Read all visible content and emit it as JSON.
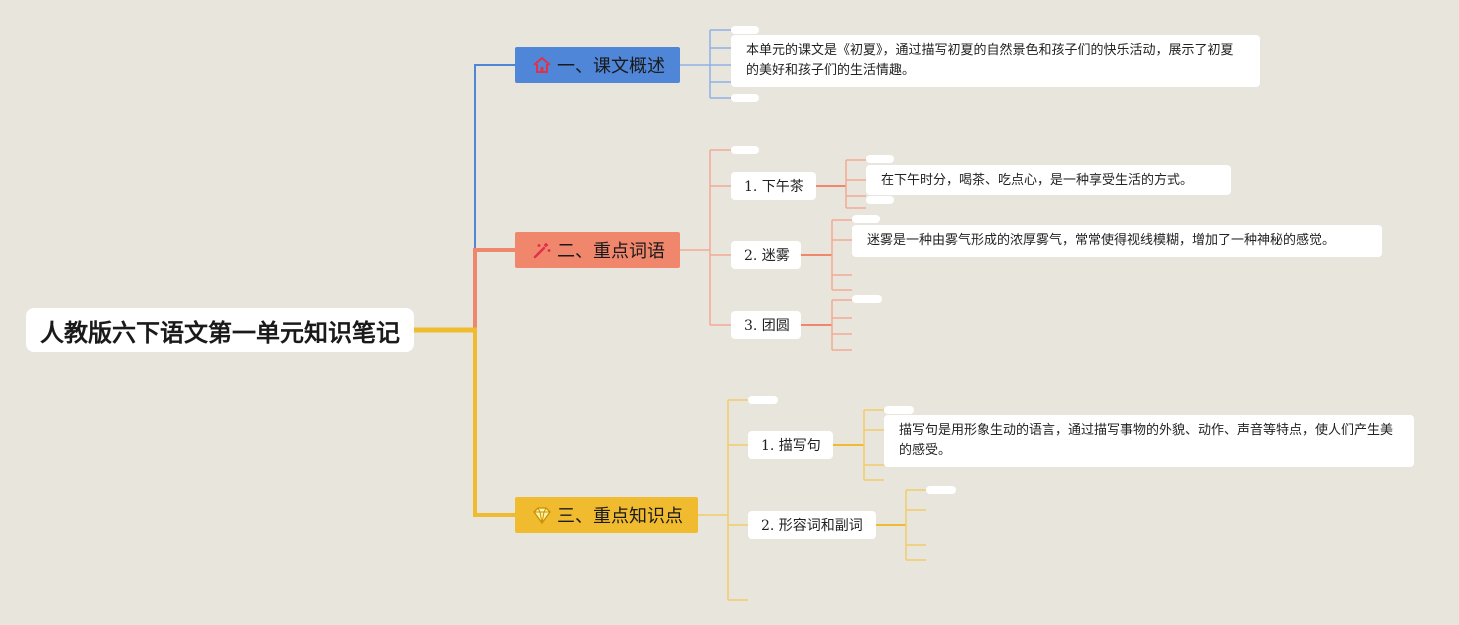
{
  "root": {
    "title": "人教版六下语文第一单元知识笔记"
  },
  "branches": [
    {
      "label": "一、课文概述",
      "icon": "home-icon",
      "color": "#4f86d8",
      "note": "本单元的课文是《初夏》，通过描写初夏的自然景色和孩子们的快乐活动，展示了初夏的美好和孩子们的生活情趣。"
    },
    {
      "label": "二、重点词语",
      "icon": "magic-wand-icon",
      "color": "#f0876c",
      "children": [
        {
          "label": "1. 下午茶",
          "note": "在下午时分，喝茶、吃点心，是一种享受生活的方式。"
        },
        {
          "label": "2. 迷雾",
          "note": "迷雾是一种由雾气形成的浓厚雾气，常常使得视线模糊，增加了一种神秘的感觉。"
        },
        {
          "label": "3. 团圆"
        }
      ]
    },
    {
      "label": "三、重点知识点",
      "icon": "diamond-icon",
      "color": "#f0bb2e",
      "children": [
        {
          "label": "1. 描写句",
          "note": "描写句是用形象生动的语言，通过描写事物的外貌、动作、声音等特点，使人们产生美的感受。"
        },
        {
          "label": "2. 形容词和副词"
        }
      ]
    }
  ]
}
